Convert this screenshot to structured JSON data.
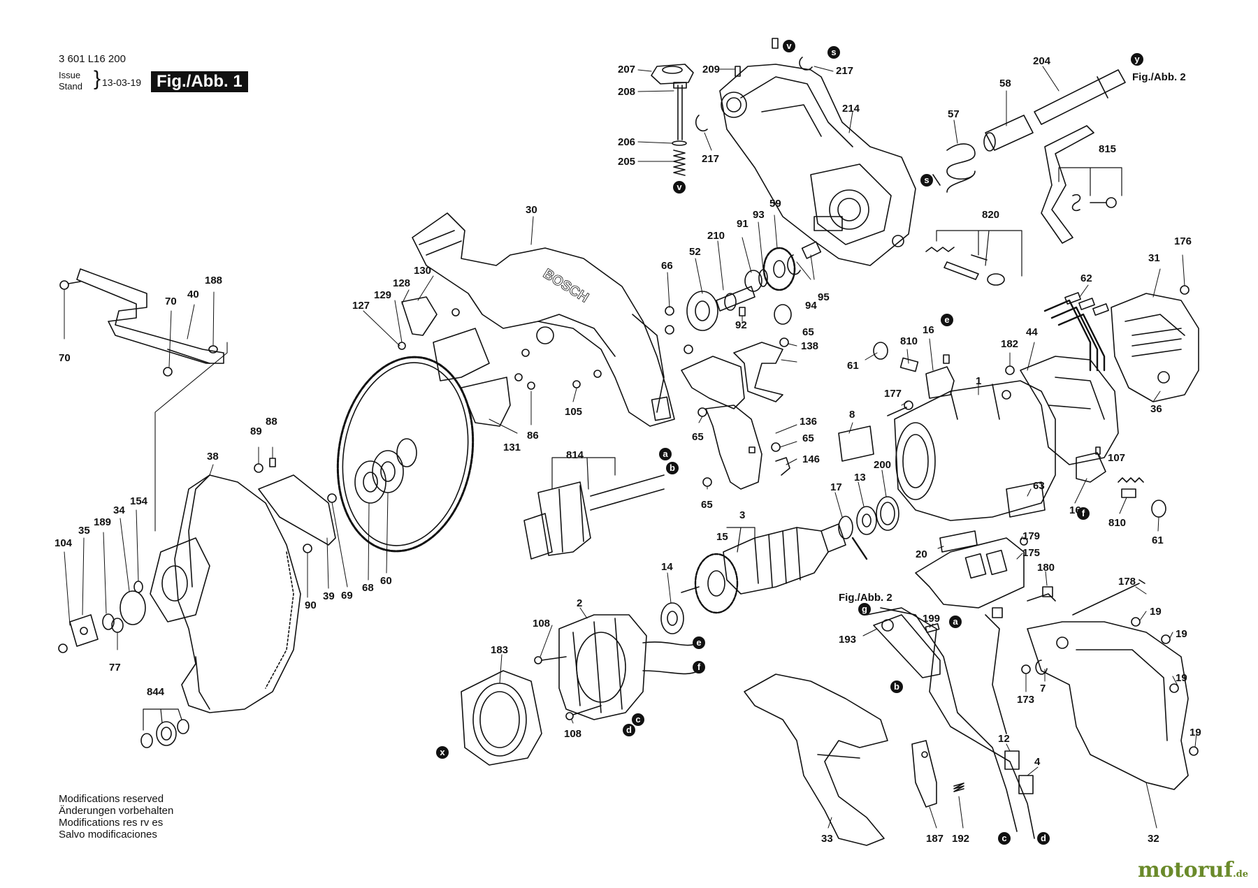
{
  "header": {
    "doc_number": "3 601 L16 200",
    "issue_label": "Issue",
    "stand_label": "Stand",
    "issue_date": "13-03-19",
    "figure_label": "Fig./Abb. 1"
  },
  "footer": {
    "notes": [
      "Modifications reserved",
      "Änderungen vorbehalten",
      "Modifications res rv es",
      "Salvo modificaciones"
    ],
    "watermark": "motoruf",
    "watermark_suffix": ".de"
  },
  "labels": [
    {
      "id": "l207",
      "text": "207"
    },
    {
      "id": "l209",
      "text": "209"
    },
    {
      "id": "l217a",
      "text": "217"
    },
    {
      "id": "l208",
      "text": "208"
    },
    {
      "id": "l206",
      "text": "206"
    },
    {
      "id": "l205",
      "text": "205"
    },
    {
      "id": "l217b",
      "text": "217"
    },
    {
      "id": "l214",
      "text": "214"
    },
    {
      "id": "l57",
      "text": "57"
    },
    {
      "id": "l58",
      "text": "58"
    },
    {
      "id": "l204",
      "text": "204"
    },
    {
      "id": "l815",
      "text": "815"
    },
    {
      "id": "l820",
      "text": "820"
    },
    {
      "id": "l30",
      "text": "30"
    },
    {
      "id": "l66",
      "text": "66"
    },
    {
      "id": "l52",
      "text": "52"
    },
    {
      "id": "l210",
      "text": "210"
    },
    {
      "id": "l91",
      "text": "91"
    },
    {
      "id": "l93",
      "text": "93"
    },
    {
      "id": "l59",
      "text": "59"
    },
    {
      "id": "l94",
      "text": "94"
    },
    {
      "id": "l95",
      "text": "95"
    },
    {
      "id": "l92",
      "text": "92"
    },
    {
      "id": "l65a",
      "text": "65"
    },
    {
      "id": "l138",
      "text": "138"
    },
    {
      "id": "l31",
      "text": "31"
    },
    {
      "id": "l176",
      "text": "176"
    },
    {
      "id": "l62",
      "text": "62"
    },
    {
      "id": "l188",
      "text": "188"
    },
    {
      "id": "l40",
      "text": "40"
    },
    {
      "id": "l70a",
      "text": "70"
    },
    {
      "id": "l70b",
      "text": "70"
    },
    {
      "id": "l130",
      "text": "130"
    },
    {
      "id": "l128",
      "text": "128"
    },
    {
      "id": "l129",
      "text": "129"
    },
    {
      "id": "l127",
      "text": "127"
    },
    {
      "id": "l105",
      "text": "105"
    },
    {
      "id": "l131",
      "text": "131"
    },
    {
      "id": "l86",
      "text": "86"
    },
    {
      "id": "l65b",
      "text": "65"
    },
    {
      "id": "l136",
      "text": "136"
    },
    {
      "id": "l65c",
      "text": "65"
    },
    {
      "id": "l146",
      "text": "146"
    },
    {
      "id": "l65d",
      "text": "65"
    },
    {
      "id": "l810a",
      "text": "810"
    },
    {
      "id": "l16a",
      "text": "16"
    },
    {
      "id": "l61a",
      "text": "61"
    },
    {
      "id": "l182",
      "text": "182"
    },
    {
      "id": "l44",
      "text": "44"
    },
    {
      "id": "l1",
      "text": "1"
    },
    {
      "id": "l36",
      "text": "36"
    },
    {
      "id": "l177",
      "text": "177"
    },
    {
      "id": "l8",
      "text": "8"
    },
    {
      "id": "l107",
      "text": "107"
    },
    {
      "id": "l89",
      "text": "89"
    },
    {
      "id": "l88",
      "text": "88"
    },
    {
      "id": "l38",
      "text": "38"
    },
    {
      "id": "l814",
      "text": "814"
    },
    {
      "id": "l17",
      "text": "17"
    },
    {
      "id": "l13",
      "text": "13"
    },
    {
      "id": "l200",
      "text": "200"
    },
    {
      "id": "l63",
      "text": "63"
    },
    {
      "id": "l16b",
      "text": "16"
    },
    {
      "id": "l810b",
      "text": "810"
    },
    {
      "id": "l61b",
      "text": "61"
    },
    {
      "id": "l3",
      "text": "3"
    },
    {
      "id": "l15",
      "text": "15"
    },
    {
      "id": "l179",
      "text": "179"
    },
    {
      "id": "l175",
      "text": "175"
    },
    {
      "id": "l20",
      "text": "20"
    },
    {
      "id": "l180",
      "text": "180"
    },
    {
      "id": "l104",
      "text": "104"
    },
    {
      "id": "l35",
      "text": "35"
    },
    {
      "id": "l189",
      "text": "189"
    },
    {
      "id": "l34",
      "text": "34"
    },
    {
      "id": "l154",
      "text": "154"
    },
    {
      "id": "l90",
      "text": "90"
    },
    {
      "id": "l39",
      "text": "39"
    },
    {
      "id": "l69",
      "text": "69"
    },
    {
      "id": "l68",
      "text": "68"
    },
    {
      "id": "l60",
      "text": "60"
    },
    {
      "id": "l14",
      "text": "14"
    },
    {
      "id": "l178",
      "text": "178"
    },
    {
      "id": "l19a",
      "text": "19"
    },
    {
      "id": "l19b",
      "text": "19"
    },
    {
      "id": "l19c",
      "text": "19"
    },
    {
      "id": "l19d",
      "text": "19"
    },
    {
      "id": "l77",
      "text": "77"
    },
    {
      "id": "l2",
      "text": "2"
    },
    {
      "id": "l108a",
      "text": "108"
    },
    {
      "id": "l108b",
      "text": "108"
    },
    {
      "id": "l183",
      "text": "183"
    },
    {
      "id": "l199",
      "text": "199"
    },
    {
      "id": "l193",
      "text": "193"
    },
    {
      "id": "l173",
      "text": "173"
    },
    {
      "id": "l7",
      "text": "7"
    },
    {
      "id": "l844",
      "text": "844"
    },
    {
      "id": "l12",
      "text": "12"
    },
    {
      "id": "l4",
      "text": "4"
    },
    {
      "id": "l33",
      "text": "33"
    },
    {
      "id": "l187",
      "text": "187"
    },
    {
      "id": "l192",
      "text": "192"
    },
    {
      "id": "l32",
      "text": "32"
    },
    {
      "id": "lfig2a",
      "text": "Fig./Abb. 2"
    },
    {
      "id": "lfig2b",
      "text": "Fig./Abb. 2"
    }
  ],
  "markers": [
    {
      "id": "mv1",
      "text": "v"
    },
    {
      "id": "ms1",
      "text": "s"
    },
    {
      "id": "mv2",
      "text": "v"
    },
    {
      "id": "ms2",
      "text": "s"
    },
    {
      "id": "my",
      "text": "y"
    },
    {
      "id": "me1",
      "text": "e"
    },
    {
      "id": "ma1",
      "text": "a"
    },
    {
      "id": "mb1",
      "text": "b"
    },
    {
      "id": "mf1",
      "text": "f"
    },
    {
      "id": "me2",
      "text": "e"
    },
    {
      "id": "mf2",
      "text": "f"
    },
    {
      "id": "mc1",
      "text": "c"
    },
    {
      "id": "md1",
      "text": "d"
    },
    {
      "id": "mx",
      "text": "x"
    },
    {
      "id": "mg",
      "text": "g"
    },
    {
      "id": "ma2",
      "text": "a"
    },
    {
      "id": "mb2",
      "text": "b"
    },
    {
      "id": "mc2",
      "text": "c"
    },
    {
      "id": "md2",
      "text": "d"
    }
  ],
  "guard_brand": "BOSCH"
}
